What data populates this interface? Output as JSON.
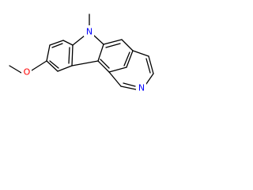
{
  "molecule": {
    "atoms": {
      "indole_nitrogen": {
        "label": "N",
        "color": "#0000ff"
      },
      "pyridine_nitrogen": {
        "label": "N",
        "color": "#0000ff"
      },
      "methoxy_oxygen": {
        "label": "O",
        "color": "#ff0000"
      }
    },
    "bond_color": "#000000"
  }
}
